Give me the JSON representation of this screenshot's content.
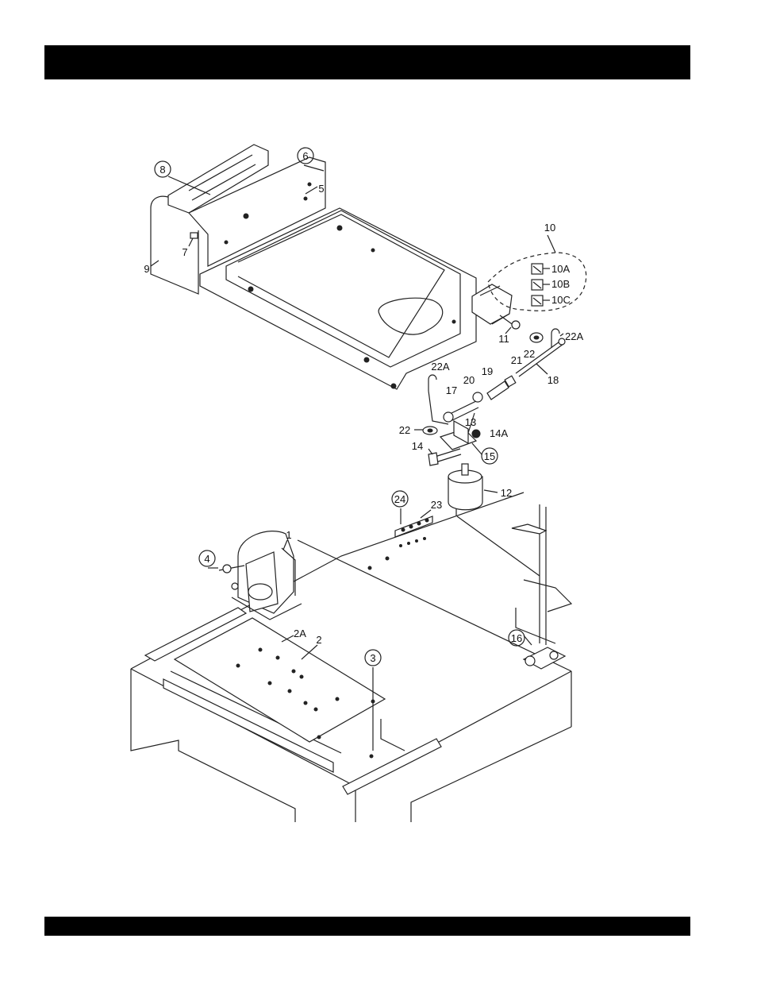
{
  "colors": {
    "bars": "#000000",
    "lines": "#222222",
    "background": "#ffffff"
  },
  "callouts": [
    {
      "id": "8",
      "label": "8",
      "circled": true
    },
    {
      "id": "6",
      "label": "6",
      "circled": true
    },
    {
      "id": "5",
      "label": "5",
      "circled": false
    },
    {
      "id": "7",
      "label": "7",
      "circled": false
    },
    {
      "id": "9",
      "label": "9",
      "circled": false
    },
    {
      "id": "10",
      "label": "10",
      "circled": false
    },
    {
      "id": "10A",
      "label": "10A",
      "circled": false
    },
    {
      "id": "10B",
      "label": "10B",
      "circled": false
    },
    {
      "id": "10C",
      "label": "10C",
      "circled": false
    },
    {
      "id": "11",
      "label": "11",
      "circled": false
    },
    {
      "id": "22A-r",
      "label": "22A",
      "circled": false
    },
    {
      "id": "22-r",
      "label": "22",
      "circled": false
    },
    {
      "id": "18",
      "label": "18",
      "circled": false
    },
    {
      "id": "21",
      "label": "21",
      "circled": false
    },
    {
      "id": "19",
      "label": "19",
      "circled": false
    },
    {
      "id": "20",
      "label": "20",
      "circled": false
    },
    {
      "id": "22A-l",
      "label": "22A",
      "circled": false
    },
    {
      "id": "17",
      "label": "17",
      "circled": false
    },
    {
      "id": "13",
      "label": "13",
      "circled": false
    },
    {
      "id": "22-l",
      "label": "22",
      "circled": false
    },
    {
      "id": "14A",
      "label": "14A",
      "circled": false
    },
    {
      "id": "14",
      "label": "14",
      "circled": false
    },
    {
      "id": "15",
      "label": "15",
      "circled": true
    },
    {
      "id": "12",
      "label": "12",
      "circled": false
    },
    {
      "id": "24",
      "label": "24",
      "circled": true
    },
    {
      "id": "23",
      "label": "23",
      "circled": false
    },
    {
      "id": "1",
      "label": "1",
      "circled": false
    },
    {
      "id": "4",
      "label": "4",
      "circled": true
    },
    {
      "id": "2A",
      "label": "2A",
      "circled": false
    },
    {
      "id": "2",
      "label": "2",
      "circled": false
    },
    {
      "id": "3",
      "label": "3",
      "circled": true
    },
    {
      "id": "16",
      "label": "16",
      "circled": true
    }
  ]
}
